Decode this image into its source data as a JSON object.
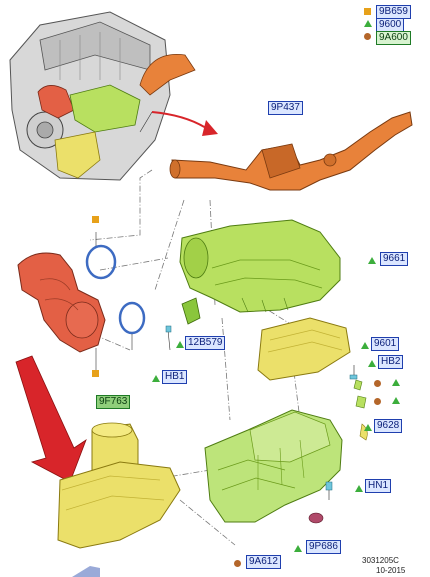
{
  "legend": {
    "items": [
      {
        "marker": "square",
        "code": "9B659"
      },
      {
        "marker": "triangle",
        "code": "9600"
      },
      {
        "marker": "circle",
        "code": "9A600"
      }
    ]
  },
  "callouts": [
    {
      "code": "9P437",
      "style": "blue"
    },
    {
      "code": "9661",
      "style": "blue"
    },
    {
      "code": "12B579",
      "style": "blue"
    },
    {
      "code": "HB1",
      "style": "blue"
    },
    {
      "code": "9601",
      "style": "blue"
    },
    {
      "code": "HB2",
      "style": "blue"
    },
    {
      "code": "9F763",
      "style": "green-solid"
    },
    {
      "code": "9628",
      "style": "blue"
    },
    {
      "code": "HN1",
      "style": "blue"
    },
    {
      "code": "9A612",
      "style": "blue"
    },
    {
      "code": "9P686",
      "style": "blue"
    }
  ],
  "footer": {
    "figure_id": "3031205C",
    "date": "10-2015"
  },
  "colors": {
    "square": "#e7a11a",
    "triangle": "#3cae3c",
    "circle": "#b4662a",
    "arrow_red": "#d8252a",
    "green_part": "#b8e060",
    "yellow_part": "#ebe06a",
    "orange_part": "#e8823a",
    "red_part": "#e36045"
  }
}
